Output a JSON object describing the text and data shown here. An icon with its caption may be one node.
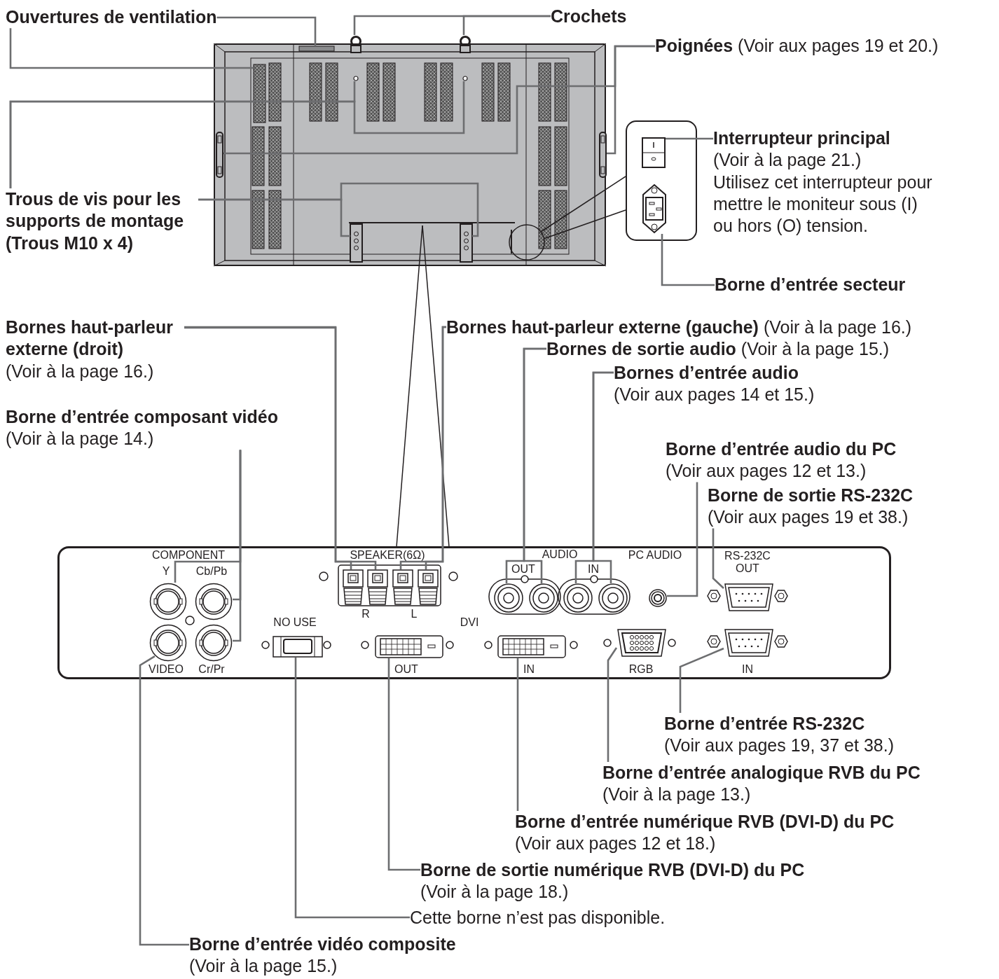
{
  "diagram": {
    "nodes": [
      {
        "text": [
          "Ouvertures de ventilation"
        ]
      },
      {
        "text": [
          "Crochets"
        ]
      },
      {
        "text": [
          "Trous de vis pour les supports de montage (Trous M10 x 4)"
        ]
      },
      {
        "text": [
          "**Poignées** (Voir aux pages 19 et 20.)"
        ]
      },
      {
        "text": [
          "Interrupteur principal",
          "(Voir à la page 21.)",
          "Utilisez cet interrupteur pour mettre le moniteur sous (I) ou hors (O) tension."
        ]
      },
      {
        "text": [
          "Borne d’entrée secteur"
        ]
      },
      {
        "text": [
          "Bornes haut-parleur externe (droit)",
          "(Voir à la page 16.)"
        ]
      },
      {
        "text": [
          "**Bornes haut-parleur externe (gauche)** (Voir à la page 16.)"
        ]
      },
      {
        "text": [
          "**Bornes de sortie audio** (Voir à la page 15.)"
        ]
      },
      {
        "text": [
          "Bornes d’entrée audio",
          "(Voir aux pages 14 et 15.)"
        ]
      },
      {
        "text": [
          "Borne d’entrée composant vidéo",
          "(Voir à la page 14.)"
        ]
      },
      {
        "text": [
          "Borne d’entrée audio du PC",
          "(Voir aux pages 12 et 13.)"
        ]
      },
      {
        "text": [
          "Borne de sortie RS-232C",
          "(Voir aux pages 19 et 38.)"
        ]
      },
      {
        "text": [
          "Borne d’entrée RS-232C",
          "(Voir aux pages 19, 37 et 38.)"
        ]
      },
      {
        "text": [
          "Borne d’entrée analogique RVB du PC",
          "(Voir à la page 13.)"
        ]
      },
      {
        "text": [
          "Borne d’entrée numérique RVB (DVI-D) du PC",
          "(Voir aux pages 12 et 18.)"
        ]
      },
      {
        "text": [
          "Borne de sortie numérique RVB (DVI-D) du PC",
          "(Voir à la page 18.)"
        ]
      },
      {
        "text": [
          "Cette borne n’est pas disponible."
        ]
      },
      {
        "text": [
          "Borne d’entrée vidéo composite",
          "(Voir à la page 15.)"
        ]
      },
      {
        "text": [],
        "shape": "picture"
      },
      {
        "text": [],
        "shape": "box",
        "in": 19
      },
      {
        "text": [],
        "shape": "box",
        "in": 19
      },
      {
        "text": [],
        "shape": "hook",
        "in": 19
      },
      {
        "text": [],
        "shape": "hook",
        "in": 19
      },
      {
        "text": [],
        "shape": "circle",
        "in": 19
      },
      {
        "text": [],
        "shape": "circle",
        "in": 19
      },
      {
        "text": [],
        "shape": "box",
        "in": 19
      },
      {
        "text": [],
        "shape": "box",
        "in": 19
      },
      {
        "text": [],
        "shape": "bar",
        "in": 19
      },
      {
        "text": [],
        "shape": "bar",
        "in": 19
      },
      {
        "text": [],
        "shape": "box"
      },
      {
        "text": [],
        "shape": "box",
        "in": 30
      },
      {
        "text": [],
        "shape": "box",
        "in": 30
      },
      {
        "text": [],
        "shape": "box"
      },
      {
        "text": [],
        "shape": "circle",
        "in": 33
      },
      {
        "text": [],
        "shape": "circle",
        "in": 33
      },
      {
        "text": [],
        "shape": "circle",
        "in": 33
      },
      {
        "text": [],
        "shape": "circle",
        "in": 33
      },
      {
        "text": [],
        "shape": "box",
        "in": 33
      },
      {
        "text": [],
        "shape": "box",
        "in": 33
      },
      {
        "text": [],
        "shape": "box",
        "in": 33
      },
      {
        "text": [],
        "shape": "box",
        "in": 33
      },
      {
        "text": [],
        "shape": "circle",
        "in": 33
      },
      {
        "text": [],
        "shape": "circle",
        "in": 33
      },
      {
        "text": [],
        "shape": "circle",
        "in": 33
      },
      {
        "text": [],
        "shape": "circle",
        "in": 33
      },
      {
        "text": [],
        "shape": "circle",
        "in": 33
      },
      {
        "text": [],
        "shape": "box",
        "in": 33
      },
      {
        "text": [],
        "shape": "box",
        "in": 33
      },
      {
        "text": [],
        "shape": "box",
        "in": 33
      },
      {
        "text": [],
        "shape": "box",
        "in": 33
      },
      {
        "text": [],
        "shape": "box",
        "in": 33
      },
      {
        "text": [],
        "shape": "box",
        "in": 33
      }
    ],
    "edges": [
      {
        "from": 0,
        "to": 20,
        "arrow": "none"
      },
      {
        "from": 0,
        "to": 21,
        "arrow": "none"
      },
      {
        "from": 1,
        "to": 22,
        "arrow": "none"
      },
      {
        "from": 1,
        "to": 23,
        "arrow": "none"
      },
      {
        "from": 2,
        "to": 24,
        "arrow": "none"
      },
      {
        "from": 2,
        "to": 25,
        "arrow": "none"
      },
      {
        "from": 2,
        "to": 26,
        "arrow": "none"
      },
      {
        "from": 2,
        "to": 27,
        "arrow": "none"
      },
      {
        "from": 3,
        "to": 28,
        "arrow": "none"
      },
      {
        "from": 3,
        "to": 29,
        "arrow": "none"
      },
      {
        "from": 4,
        "to": 31,
        "arrow": "none"
      },
      {
        "from": 5,
        "to": 32,
        "arrow": "none"
      },
      {
        "from": 6,
        "to": 38,
        "arrow": "none"
      },
      {
        "from": 6,
        "to": 39,
        "arrow": "none"
      },
      {
        "from": 7,
        "to": 40,
        "arrow": "none"
      },
      {
        "from": 7,
        "to": 41,
        "arrow": "none"
      },
      {
        "from": 8,
        "to": 42,
        "arrow": "none"
      },
      {
        "from": 8,
        "to": 43,
        "arrow": "none"
      },
      {
        "from": 9,
        "to": 44,
        "arrow": "none"
      },
      {
        "from": 9,
        "to": 45,
        "arrow": "none"
      },
      {
        "from": 10,
        "to": 34,
        "arrow": "none"
      },
      {
        "from": 10,
        "to": 35,
        "arrow": "none"
      },
      {
        "from": 10,
        "to": 36,
        "arrow": "none"
      },
      {
        "from": 11,
        "to": 46,
        "arrow": "none"
      },
      {
        "from": 12,
        "to": 47,
        "arrow": "none"
      },
      {
        "from": 13,
        "to": 52,
        "arrow": "none"
      },
      {
        "from": 14,
        "to": 51,
        "arrow": "none"
      },
      {
        "from": 15,
        "to": 50,
        "arrow": "none"
      },
      {
        "from": 16,
        "to": 49,
        "arrow": "none"
      },
      {
        "from": 17,
        "to": 48,
        "arrow": "none"
      },
      {
        "from": 18,
        "to": 37,
        "arrow": "none"
      }
    ],
    "labels": [
      "COMPONENT",
      "SPEAKER(6Ω)",
      "AUDIO",
      "PC AUDIO",
      "RS-232C OUT",
      "Y",
      "Cb/Pb",
      "OUT",
      "IN",
      "R",
      "L",
      "NO USE",
      "DVI",
      "VIDEO",
      "Cr/Pr",
      "OUT",
      "IN",
      "RGB",
      "IN"
    ]
  }
}
